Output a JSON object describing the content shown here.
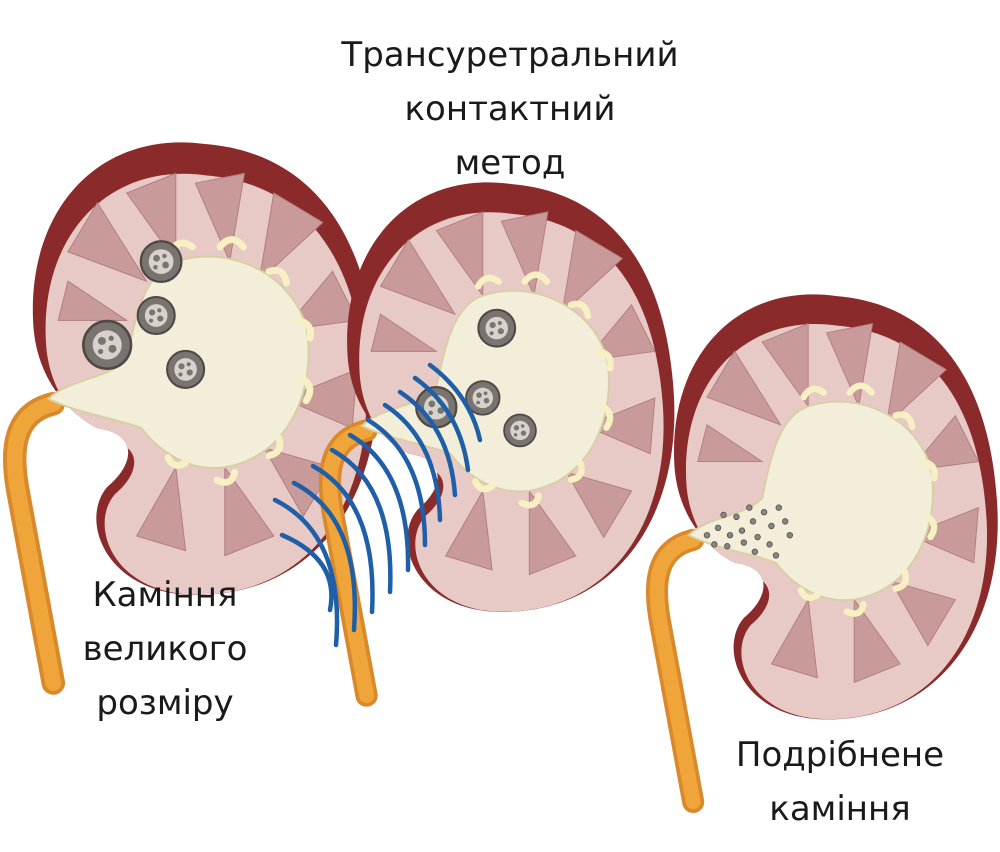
{
  "labels": {
    "method": [
      "Трансуретральний",
      "контактний",
      "метод"
    ],
    "large_stones": [
      "Каміння",
      "великого",
      "розміру"
    ],
    "fragmented_stones": [
      "Подрібнене",
      "каміння"
    ]
  },
  "colors": {
    "capsule": "#8a2a2a",
    "cortex": "#e7c9c6",
    "pyramid": "#c99a9a",
    "pelvis": "#f3eed9",
    "calyx_cup": "#f6f0c2",
    "ureter": "#f0a53a",
    "stone": "#7a7470",
    "waves": "#1f5fa8",
    "text": "#1a1a1a"
  },
  "icons": [
    "kidney-large-stones-icon",
    "kidney-lithotripsy-icon",
    "kidney-fragmented-stones-icon",
    "shockwave-icon"
  ]
}
